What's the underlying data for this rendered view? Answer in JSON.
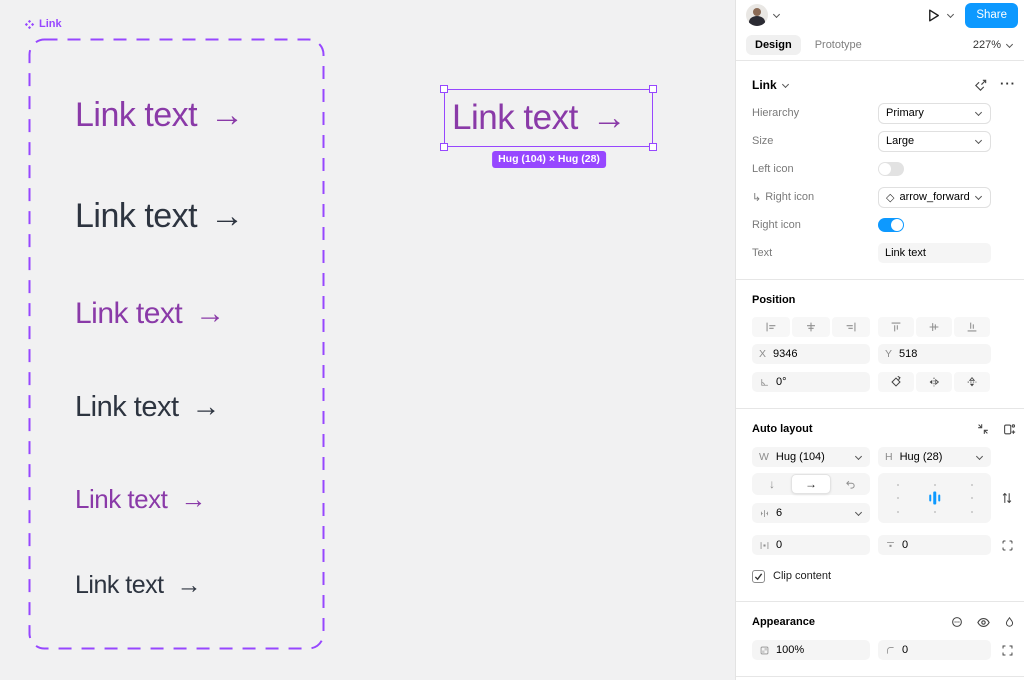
{
  "icons": {
    "arrow_right": "→",
    "arrow_down": "↓",
    "more": "···",
    "indent": "↳",
    "instance_diamond": "◇"
  },
  "colors": {
    "accent_purple": "#9747FF",
    "link_purple": "#8A3AA8",
    "dark_text": "#2D3440",
    "figma_blue": "#0D99FF"
  },
  "topbar": {
    "share_label": "Share",
    "zoom_level": "227%",
    "tabs": {
      "design": "Design",
      "prototype": "Prototype"
    }
  },
  "canvas": {
    "frame_label": "Link",
    "rows": [
      {
        "text": "Link text",
        "variant": "purple-xl"
      },
      {
        "text": "Link text",
        "variant": "dark-xl"
      },
      {
        "text": "Link text",
        "variant": "purple-lg"
      },
      {
        "text": "Link text",
        "variant": "dark-lg"
      },
      {
        "text": "Link text",
        "variant": "purple-md"
      },
      {
        "text": "Link text",
        "variant": "dark-md"
      }
    ],
    "selection": {
      "text": "Link text",
      "badge": "Hug (104) × Hug (28)"
    }
  },
  "inspector": {
    "header": {
      "title": "Link"
    },
    "props": {
      "hierarchy_label": "Hierarchy",
      "hierarchy_value": "Primary",
      "size_label": "Size",
      "size_value": "Large",
      "left_icon_label": "Left icon",
      "right_icon_instance_label": "Right icon",
      "right_icon_instance_value": "arrow_forward",
      "right_icon_toggle_label": "Right icon",
      "text_label": "Text",
      "text_value": "Link text"
    },
    "position": {
      "title": "Position",
      "x_label": "X",
      "x_value": "9346",
      "y_label": "Y",
      "y_value": "518",
      "rotation_value": "0°"
    },
    "auto_layout": {
      "title": "Auto layout",
      "w_label": "W",
      "w_value": "Hug (104)",
      "h_label": "H",
      "h_value": "Hug (28)",
      "gap_value": "6",
      "pad_h_value": "0",
      "pad_v_value": "0",
      "clip_label": "Clip content"
    },
    "appearance": {
      "title": "Appearance",
      "opacity_value": "100%",
      "radius_value": "0"
    }
  }
}
